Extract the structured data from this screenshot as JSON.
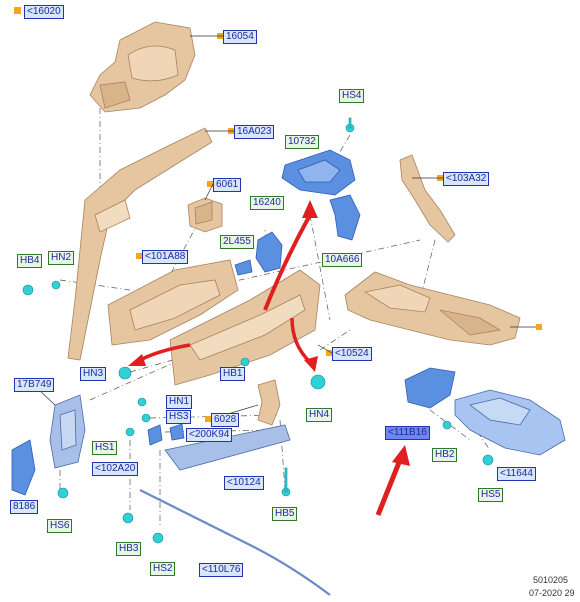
{
  "colors": {
    "part_fill": "#e6c6a0",
    "part_stroke": "#a8825e",
    "bracket_blue": "#5b8fe0",
    "fastener_cyan": "#2fd1d6",
    "arrow_red": "#e02020",
    "callout_orange": "#f2a81d"
  },
  "labels": {
    "p16020": "<16020",
    "p16054": "16054",
    "p16a023": "16A023",
    "p6061": "6061",
    "hs4": "HS4",
    "p10732": "10732",
    "p103a32": "<103A32",
    "p16240": "16240",
    "p2l455": "2L455",
    "p10a666": "10A666",
    "p101a88": "<101A88",
    "hb4": "HB4",
    "hn2": "HN2",
    "hn3": "HN3",
    "hb1": "HB1",
    "p10524": "<10524",
    "p17b749": "17B749",
    "hn1": "HN1",
    "hs3": "HS3",
    "p6028": "6028",
    "hn4": "HN4",
    "p200k94": "<200K94",
    "hs1": "HS1",
    "p102a20": "<102A20",
    "p111b16": "<111B16",
    "hb2": "HB2",
    "p11644": "<11644",
    "p10124": "<10124",
    "p8186": "8186",
    "hs6": "HS6",
    "hs5": "HS5",
    "hb5": "HB5",
    "hb3": "HB3",
    "hs2": "HS2",
    "p110l76": "<110L76"
  },
  "footer": {
    "code": "5010205",
    "date": "07-2020 29"
  }
}
